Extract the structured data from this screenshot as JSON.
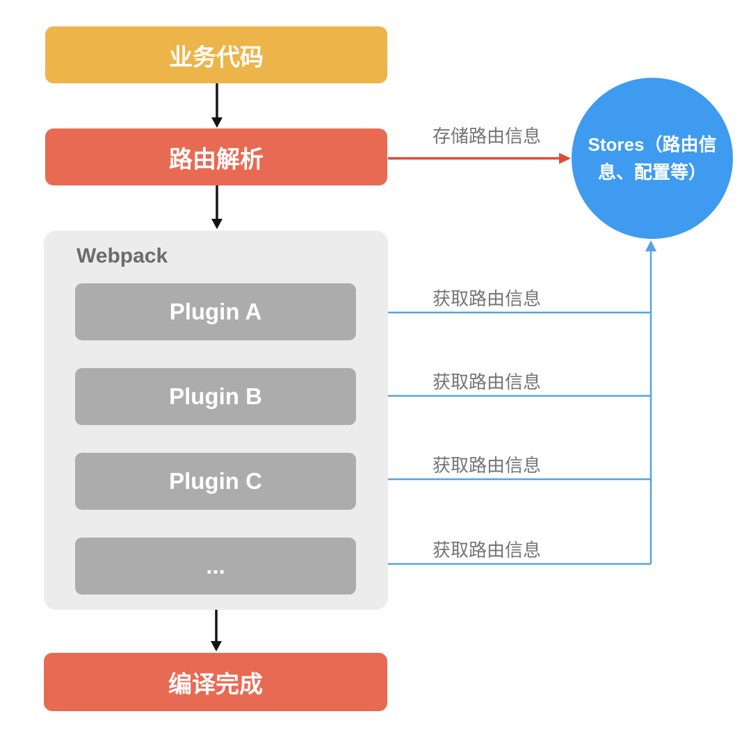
{
  "diagram": {
    "nodes": {
      "business_code": "业务代码",
      "route_parsing": "路由解析",
      "stores": "Stores（路由信息、配置等）",
      "webpack_title": "Webpack",
      "plugins": [
        "Plugin A",
        "Plugin B",
        "Plugin C",
        "..."
      ],
      "compile_done": "编译完成"
    },
    "edge_labels": {
      "store": "存储路由信息",
      "fetch": [
        "获取路由信息",
        "获取路由信息",
        "获取路由信息",
        "获取路由信息"
      ]
    },
    "colors": {
      "business_box": "#EDB44A",
      "route_box": "#E96A53",
      "compile_box": "#E96A53",
      "stores_circle": "#3E9BF0",
      "plugin_box": "#ACACAC",
      "webpack_container": "#ECECEC",
      "connector_blue": "#56A2E2",
      "arrow_red": "#DC4B3C",
      "arrow_black": "#141414",
      "label_gray": "#757575",
      "text_white": "#FFFFFF"
    }
  }
}
